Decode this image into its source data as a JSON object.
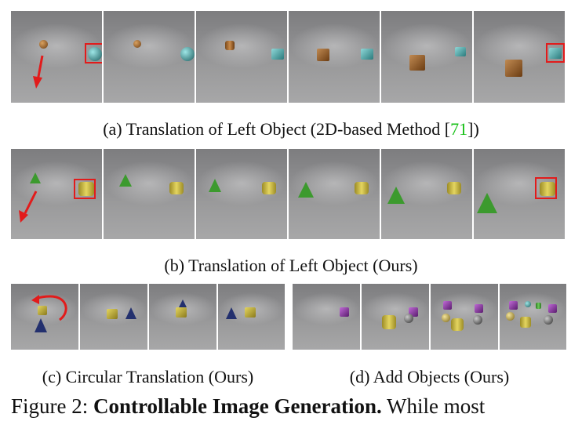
{
  "captions": {
    "a_prefix": "(a) Translation of Left Object (2D-based Method [",
    "a_cite": "71",
    "a_suffix": "])",
    "b": "(b) Translation of Left Object (Ours)",
    "c": "(c) Circular Translation (Ours)",
    "d": "(d) Add Objects (Ours)"
  },
  "figure": {
    "label": "Figure 2:",
    "title": "Controllable Image Generation.",
    "text": "While most"
  },
  "colors": {
    "annotation_red": "#e21b1b",
    "citation_green": "#16c016"
  }
}
